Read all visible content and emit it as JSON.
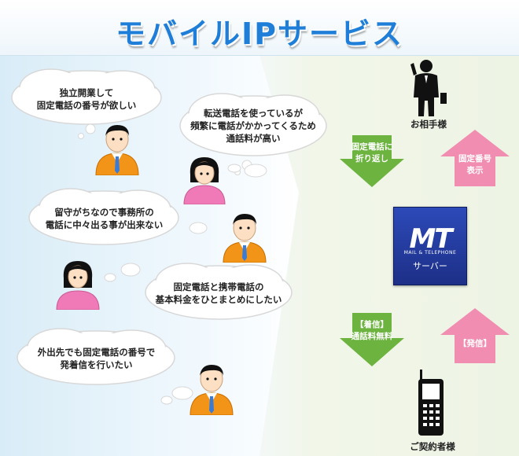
{
  "title": "モバイルIPサービス",
  "wishes": [
    {
      "line1": "独立開業して",
      "line2": "固定電話の番号が欲しい"
    },
    {
      "line1": "転送電話を使っているが",
      "line2": "頻繁に電話がかかってくるため",
      "line3": "通話料が高い"
    },
    {
      "line1": "留守がちなので事務所の",
      "line2": "電話に中々出る事が出来ない"
    },
    {
      "line1": "固定電話と携帯電話の",
      "line2": "基本料金をひとまとめにしたい"
    },
    {
      "line1": "外出先でも固定電話の番号で",
      "line2": "発着信を行いたい"
    }
  ],
  "flow": {
    "caller_label": "お相手様",
    "down_arrow_1": {
      "line1": "固定電話に",
      "line2": "折り返し"
    },
    "up_arrow_1": {
      "line1": "固定番号",
      "line2": "表示"
    },
    "server": {
      "logo": "MT",
      "sub": "MAIL & TELEPHONE",
      "label": "サーバー"
    },
    "down_arrow_2": {
      "line1": "【着信】",
      "line2": "通話料無料"
    },
    "up_arrow_2": {
      "line1": "【発信】"
    },
    "subscriber_label": "ご契約者様"
  },
  "colors": {
    "title": "#1f7fd8",
    "green_arrow": "#6cb33f",
    "pink_arrow": "#f08db0",
    "server": "#1d2f87"
  }
}
